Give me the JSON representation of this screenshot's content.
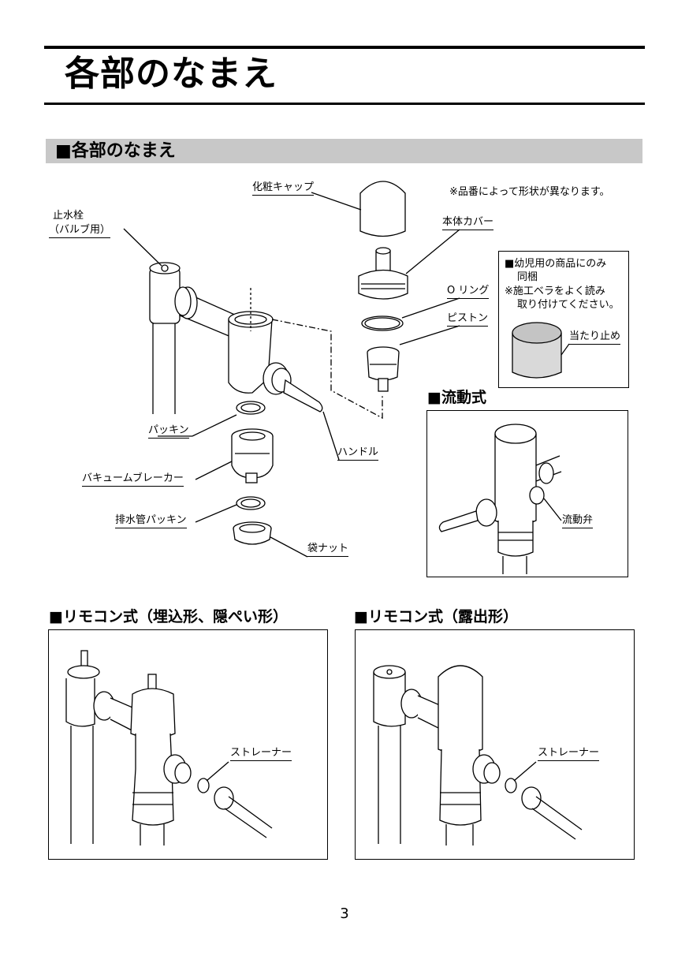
{
  "page": {
    "title": "各部のなまえ",
    "page_number": "3"
  },
  "section": {
    "title": "■各部のなまえ"
  },
  "note": "※品番によって形状が異なります。",
  "parts": {
    "cap": "化粧キャップ",
    "stop_valve_line1": "止水栓",
    "stop_valve_line2": "（バルブ用）",
    "body_cover": "本体カバー",
    "o_ring": "O リング",
    "piston": "ピストン",
    "packing": "パッキン",
    "handle": "ハンドル",
    "vacuum_breaker": "バキュームブレーカー",
    "drain_packing": "排水管パッキン",
    "bag_nut": "袋ナット"
  },
  "infant_box": {
    "line1": "■幼児用の商品にのみ",
    "line2": "同梱",
    "line3": "※施工ベラをよく読み",
    "line4": "取り付けてください。",
    "stopper": "当たり止め"
  },
  "flow_type": {
    "title": "■流動式",
    "valve": "流動弁"
  },
  "remote_embedded": {
    "title": "■リモコン式（埋込形、隠ぺい形）",
    "strainer": "ストレーナー"
  },
  "remote_exposed": {
    "title": "■リモコン式（露出形）",
    "strainer": "ストレーナー"
  }
}
